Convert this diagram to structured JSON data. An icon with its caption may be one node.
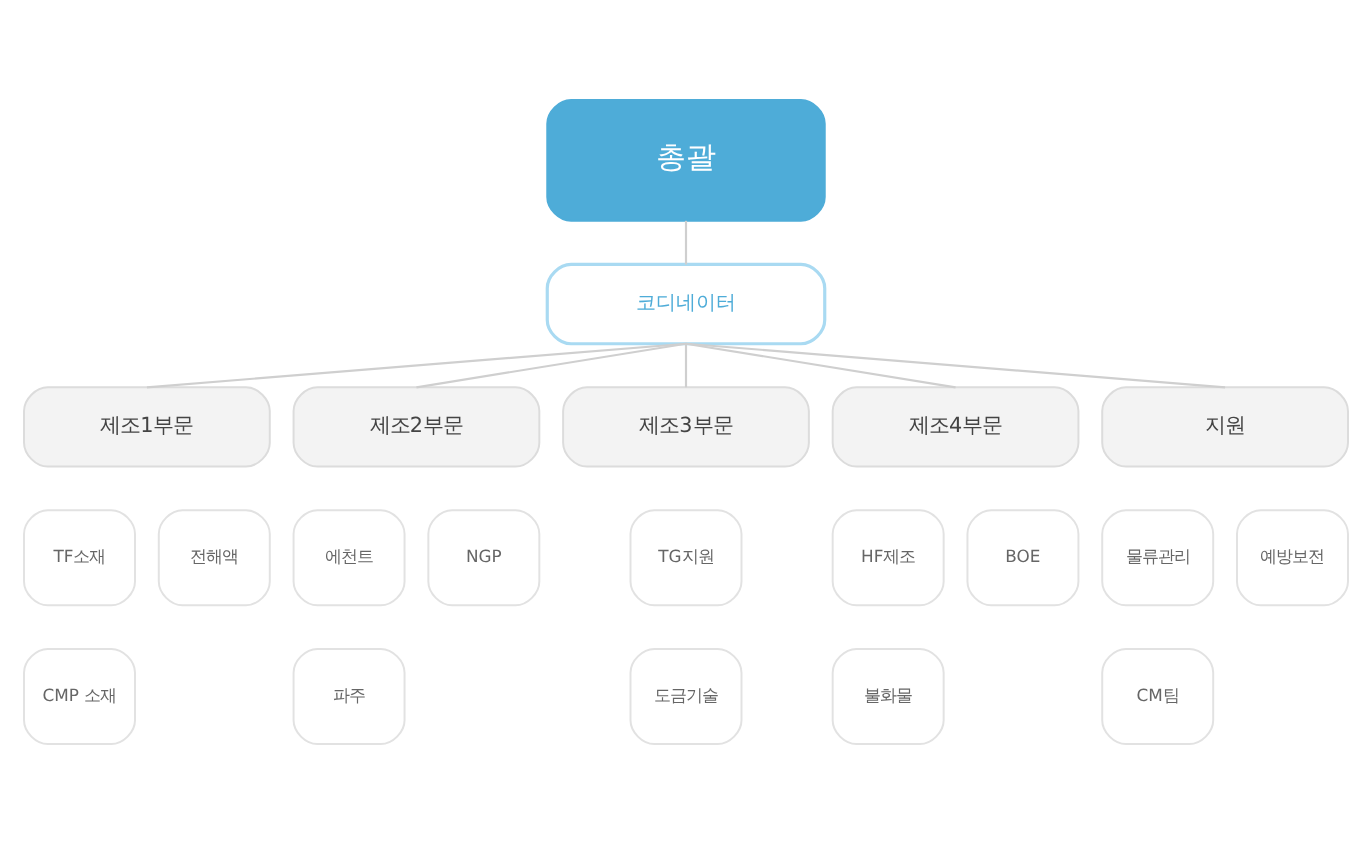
{
  "diagram": {
    "nodes": [
      {
        "text": [
          "총괄"
        ]
      },
      {
        "text": [
          "코디네이터"
        ]
      },
      {
        "text": [
          "제조1부문"
        ]
      },
      {
        "text": [
          "제조2부문"
        ]
      },
      {
        "text": [
          "제조3부문"
        ]
      },
      {
        "text": [
          "제조4부문"
        ]
      },
      {
        "text": [
          "지원"
        ]
      },
      {
        "text": [
          "TF소재"
        ]
      },
      {
        "text": [
          "전해액"
        ]
      },
      {
        "text": [
          "에천트"
        ]
      },
      {
        "text": [
          "NGP"
        ]
      },
      {
        "text": [
          "TG지원"
        ]
      },
      {
        "text": [
          "HF제조"
        ]
      },
      {
        "text": [
          "BOE"
        ]
      },
      {
        "text": [
          "물류관리"
        ]
      },
      {
        "text": [
          "예방보전"
        ]
      },
      {
        "text": [
          "CMP 소재"
        ]
      },
      {
        "text": [
          "파주"
        ]
      },
      {
        "text": [
          "도금기술"
        ]
      },
      {
        "text": [
          "불화물"
        ]
      },
      {
        "text": [
          "CM팀"
        ]
      }
    ],
    "edges": [
      {
        "from": 0,
        "to": 1,
        "arrow": "none"
      },
      {
        "from": 1,
        "to": 2,
        "arrow": "none"
      },
      {
        "from": 1,
        "to": 3,
        "arrow": "none"
      },
      {
        "from": 1,
        "to": 4,
        "arrow": "none"
      },
      {
        "from": 1,
        "to": 5,
        "arrow": "none"
      },
      {
        "from": 1,
        "to": 6,
        "arrow": "none"
      }
    ]
  }
}
